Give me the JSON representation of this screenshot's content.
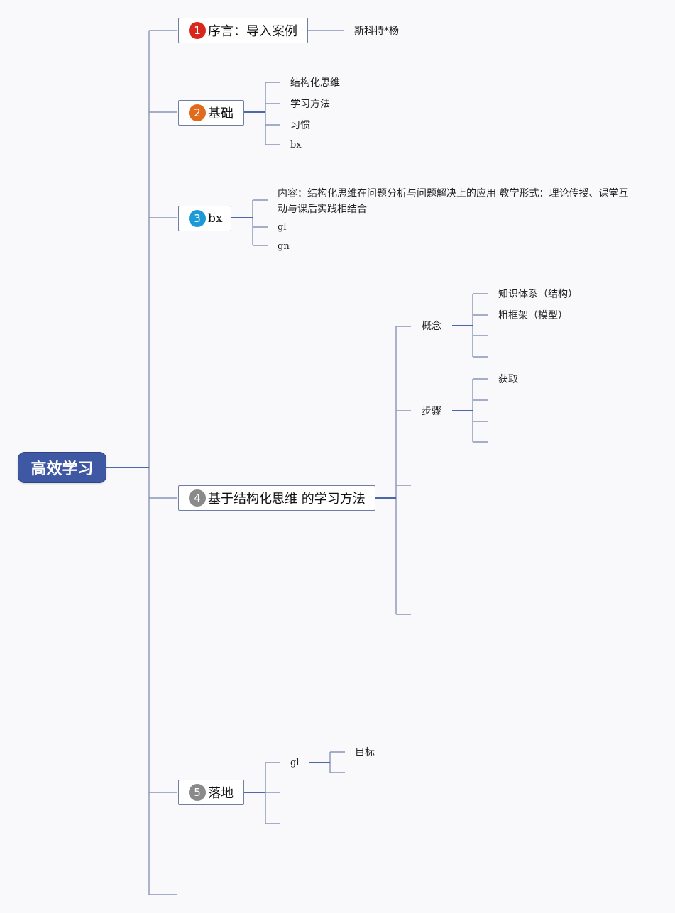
{
  "root": {
    "label": "高效学习"
  },
  "topics": [
    {
      "number": "1",
      "color": "#d8281e",
      "label": "序言：导入案例",
      "children": [
        "斯科特*杨"
      ]
    },
    {
      "number": "2",
      "color": "#e26a1c",
      "label": "基础",
      "children": [
        "结构化思维",
        "学习方法",
        "习惯",
        "bx"
      ]
    },
    {
      "number": "3",
      "color": "#1c9ad8",
      "label": "bx",
      "children": [
        "内容：结构化思维在问题分析与问题解决上的应用 教学形式：理论传授、课堂互动与课后实践相结合",
        "gl",
        "gn"
      ]
    },
    {
      "number": "4",
      "color": "#8a8a8a",
      "label": "基于结构化思维 的学习方法",
      "children": [
        {
          "label": "概念",
          "children": [
            "知识体系（结构）",
            "粗框架（模型）"
          ]
        },
        {
          "label": "步骤",
          "children": [
            "获取"
          ]
        }
      ]
    },
    {
      "number": "5",
      "color": "#8a8a8a",
      "label": "落地",
      "children": [
        {
          "label": "gl",
          "children": [
            "目标"
          ]
        }
      ]
    }
  ]
}
